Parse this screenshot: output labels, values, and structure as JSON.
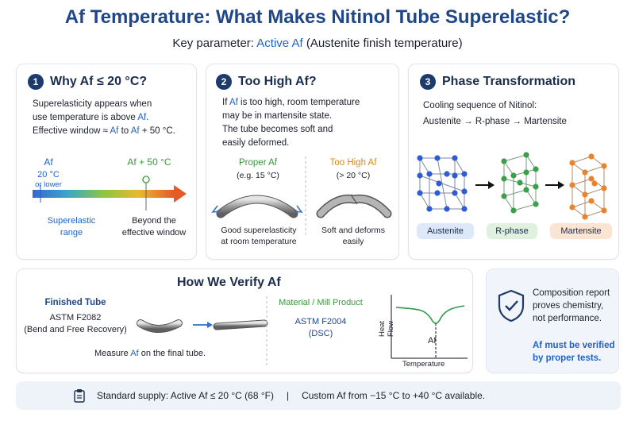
{
  "header": {
    "title": "Af Temperature: What Makes Nitinol Tube Superelastic?",
    "subtitle_prefix": "Key parameter:",
    "subtitle_highlight": "Active Af",
    "subtitle_suffix": "(Austenite finish temperature)"
  },
  "card1": {
    "number": "1",
    "title": "Why Af ≤ 20 °C?",
    "line1": "Superelasticity appears when",
    "line2_prefix": "use temperature is above",
    "line2_hl": "Af",
    "line2_suffix": ".",
    "line3_prefix": "Effective window ≈",
    "line3_hl1": "Af",
    "line3_mid": "to",
    "line3_hl2": "Af",
    "line3_suffix": "+ 50 °C.",
    "gauge": {
      "left_label": "Af",
      "left_value": "20 °C",
      "left_note": "or lower",
      "right_label": "Af + 50 °C",
      "range_label_1": "Superelastic",
      "range_label_2": "range",
      "beyond_1": "Beyond the",
      "beyond_2": "effective window"
    }
  },
  "card2": {
    "number": "2",
    "title": "Too High Af?",
    "line1_prefix": "If",
    "line1_hl": "Af",
    "line1_suffix": "is too high, room temperature",
    "line2": "may be in martensite state.",
    "line3": "The tube becomes soft and",
    "line4": "easily deformed.",
    "proper_label": "Proper Af",
    "proper_example": "(e.g. 15 °C)",
    "proper_caption_1": "Good superelasticity",
    "proper_caption_2": "at room temperature",
    "high_label": "Too High Af",
    "high_example": "(> 20 °C)",
    "high_caption_1": "Soft and deforms",
    "high_caption_2": "easily"
  },
  "card3": {
    "number": "3",
    "title": "Phase Transformation",
    "line1": "Cooling sequence of Nitinol:",
    "line2": "Austenite → R-phase → Martensite",
    "phases": [
      {
        "label": "Austenite",
        "color": "#2f5bd3",
        "bg": "#dde8f8"
      },
      {
        "label": "R-phase",
        "color": "#3aa04a",
        "bg": "#e1f1df"
      },
      {
        "label": "Martensite",
        "color": "#e8832e",
        "bg": "#fbe4d2"
      }
    ]
  },
  "verify": {
    "title": "How We Verify Af",
    "finished_label": "Finished Tube",
    "finished_std": "ASTM F2082",
    "finished_method": "(Bend and Free Recovery)",
    "measure_prefix": "Measure",
    "measure_hl": "Af",
    "measure_suffix": "on the final tube.",
    "material_label": "Material / Mill Product",
    "material_std": "ASTM F2004",
    "material_method": "(DSC)",
    "graph_ylabel": "Heat Flow",
    "graph_xlabel": "Temperature",
    "graph_marker": "Af"
  },
  "note": {
    "line1": "Composition report",
    "line2": "proves chemistry,",
    "line3": "not performance.",
    "line4": "Af must be verified",
    "line5": "by proper tests."
  },
  "footer": {
    "supply": "Standard supply: Active Af ≤ 20 °C (68 °F)",
    "separator": "|",
    "custom": "Custom Af from −15 °C to +40 °C available."
  },
  "colors": {
    "title": "#1f4788",
    "accent": "#1f63c6",
    "green": "#3a9a3a",
    "orange": "#d78a1a",
    "badge": "#1c3a6b"
  }
}
